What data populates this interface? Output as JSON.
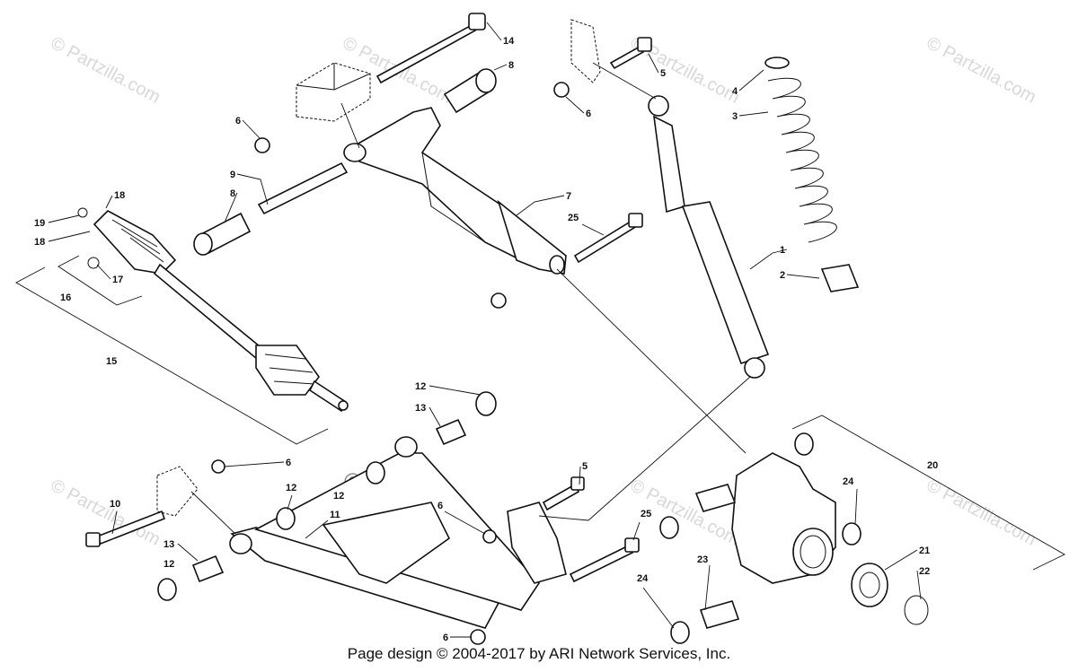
{
  "watermarks": {
    "small_text": "© Partzilla.com",
    "big_text": "© Partzilla.com"
  },
  "callouts": [
    "1",
    "2",
    "3",
    "4",
    "5",
    "5",
    "6",
    "6",
    "6",
    "6",
    "6",
    "7",
    "8",
    "8",
    "9",
    "10",
    "11",
    "12",
    "12",
    "12",
    "12",
    "13",
    "13",
    "14",
    "15",
    "16",
    "17",
    "18",
    "18",
    "19",
    "20",
    "21",
    "22",
    "23",
    "24",
    "24",
    "25",
    "25"
  ],
  "footer": "Page design © 2004-2017 by ARI Network Services, Inc."
}
